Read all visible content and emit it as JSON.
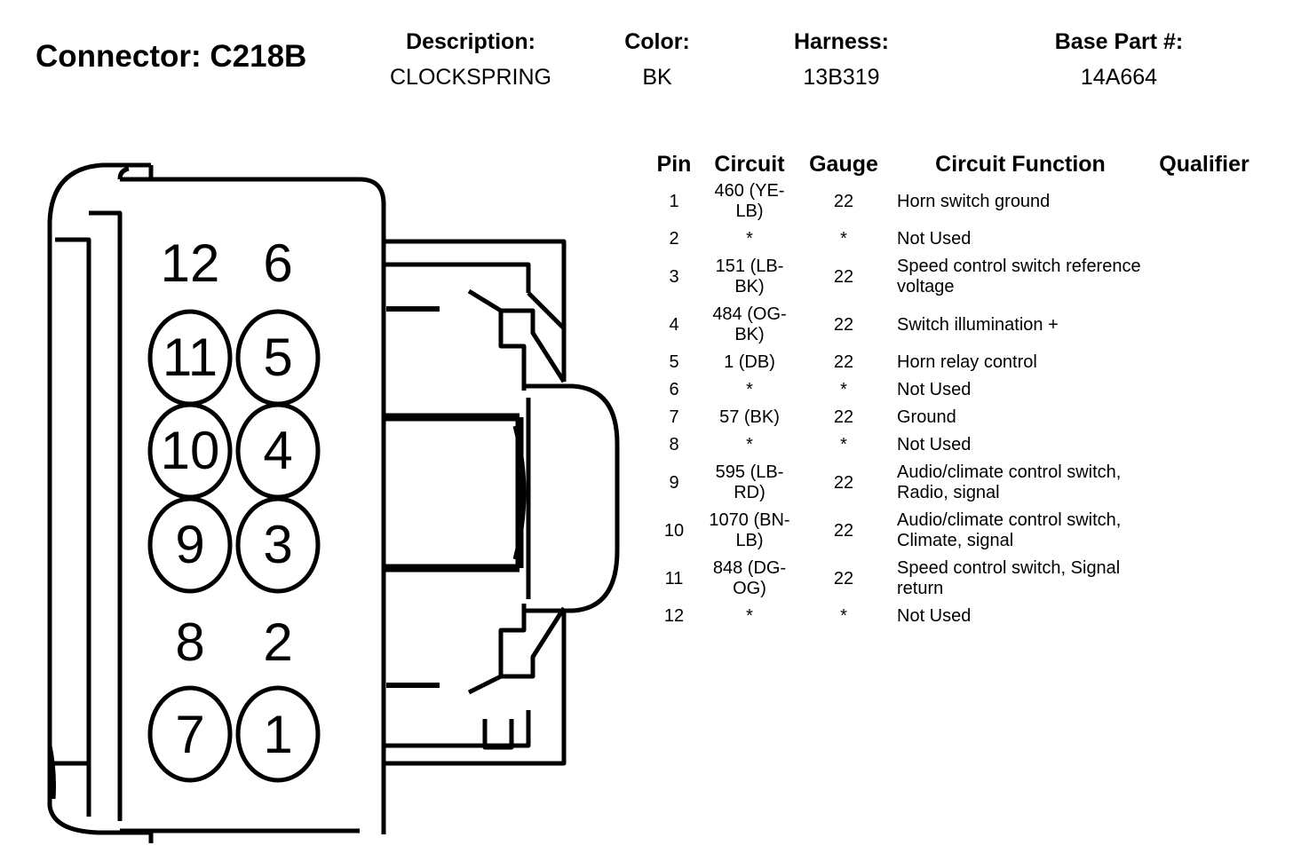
{
  "connector": {
    "title": "Connector: C218B"
  },
  "header": {
    "description_label": "Description:",
    "description_value": "CLOCKSPRING",
    "color_label": "Color:",
    "color_value": "BK",
    "harness_label": "Harness:",
    "harness_value": "13B319",
    "base_part_label": "Base Part #:",
    "base_part_value": "14A664"
  },
  "table": {
    "headers": {
      "pin": "Pin",
      "circuit": "Circuit",
      "gauge": "Gauge",
      "function": "Circuit Function",
      "qualifier": "Qualifier"
    },
    "rows": [
      {
        "pin": "1",
        "circuit": "460 (YE-LB)",
        "gauge": "22",
        "function": "Horn switch ground",
        "qualifier": ""
      },
      {
        "pin": "2",
        "circuit": "*",
        "gauge": "*",
        "function": "Not Used",
        "qualifier": ""
      },
      {
        "pin": "3",
        "circuit": "151 (LB-BK)",
        "gauge": "22",
        "function": "Speed control switch reference voltage",
        "qualifier": ""
      },
      {
        "pin": "4",
        "circuit": "484 (OG-BK)",
        "gauge": "22",
        "function": "Switch illumination +",
        "qualifier": ""
      },
      {
        "pin": "5",
        "circuit": "1 (DB)",
        "gauge": "22",
        "function": "Horn relay control",
        "qualifier": ""
      },
      {
        "pin": "6",
        "circuit": "*",
        "gauge": "*",
        "function": "Not Used",
        "qualifier": ""
      },
      {
        "pin": "7",
        "circuit": "57 (BK)",
        "gauge": "22",
        "function": "Ground",
        "qualifier": ""
      },
      {
        "pin": "8",
        "circuit": "*",
        "gauge": "*",
        "function": "Not Used",
        "qualifier": ""
      },
      {
        "pin": "9",
        "circuit": "595 (LB-RD)",
        "gauge": "22",
        "function": "Audio/climate control switch, Radio, signal",
        "qualifier": ""
      },
      {
        "pin": "10",
        "circuit": "1070 (BN-LB)",
        "gauge": "22",
        "function": "Audio/climate control switch, Climate, signal",
        "qualifier": ""
      },
      {
        "pin": "11",
        "circuit": "848 (DG-OG)",
        "gauge": "22",
        "function": "Speed control switch, Signal return",
        "qualifier": ""
      },
      {
        "pin": "12",
        "circuit": "*",
        "gauge": "*",
        "function": "Not Used",
        "qualifier": ""
      }
    ]
  },
  "diagram": {
    "occupied_pins": [
      "11",
      "5",
      "10",
      "4",
      "9",
      "3",
      "7",
      "1"
    ],
    "empty_pins": [
      "12",
      "6",
      "8",
      "2"
    ]
  }
}
